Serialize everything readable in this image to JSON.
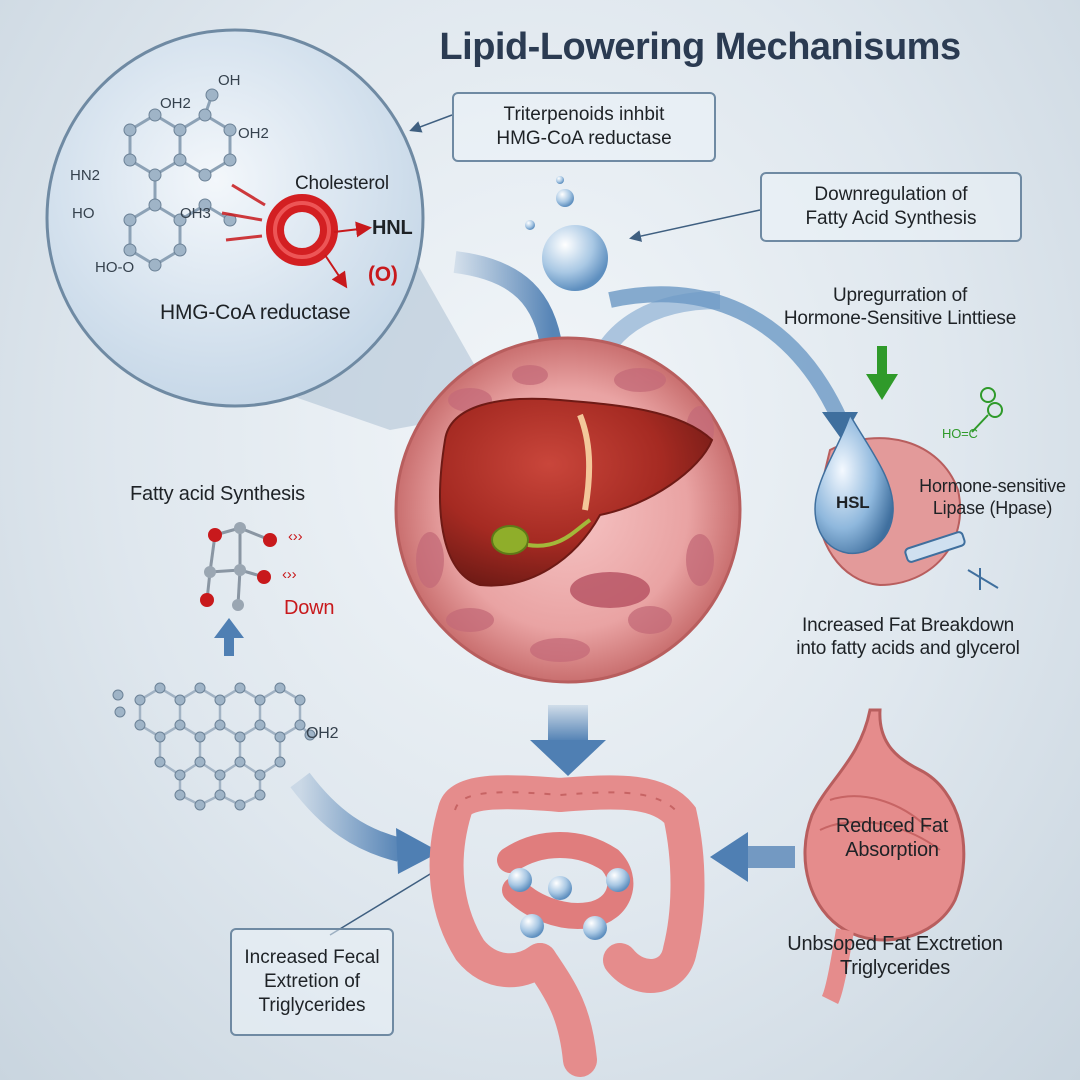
{
  "title": "Lipid-Lowering Mechanisums",
  "inset": {
    "cholesterol": "Cholesterol",
    "hnl": "HNL",
    "o_label": "(O)",
    "enzyme": "HMG-CoA reductase",
    "groups": [
      "OH",
      "OH2",
      "OH2",
      "HN2",
      "HO",
      "OH3",
      "HO-O"
    ]
  },
  "callouts": {
    "triterpenoids": [
      "Triterpenoids inhbit",
      "HMG-CoA reductase"
    ],
    "downregulation": [
      "Downregulation of",
      "Fatty Acid Synthesis"
    ],
    "upregulation": [
      "Upregurration of",
      "Hormone-Sensitive Linttiese"
    ],
    "fecal": [
      "Increased Fecal",
      "Extretion of",
      "Triglycerides"
    ]
  },
  "fatty_acid": {
    "title": "Fatty acid Synthesis",
    "marker1": "‹››",
    "marker2": "‹››",
    "down": "Down"
  },
  "molecule": {
    "group": "OH2"
  },
  "hsl": {
    "drop_label": "HSL",
    "name": [
      "Hormone-sensitive",
      "Lipase (Hpase)"
    ],
    "ho_label": "HO=C"
  },
  "breakdown": [
    "Increased Fat Breakdown",
    "into fatty acids and glycerol"
  ],
  "stomach": {
    "label": [
      "Reduced Fat",
      "Absorption"
    ]
  },
  "excretion": [
    "Unbsoped Fat Exctretion",
    "Triglycerides"
  ],
  "colors": {
    "liver": "#a52a22",
    "cell": "#e9a3a3",
    "arrow": "#4f7fb3",
    "intestine": "#e58c8c",
    "accent_red": "#c8191c",
    "arrow_green": "#2f9a2a",
    "droplet": "#8fb8dd"
  }
}
